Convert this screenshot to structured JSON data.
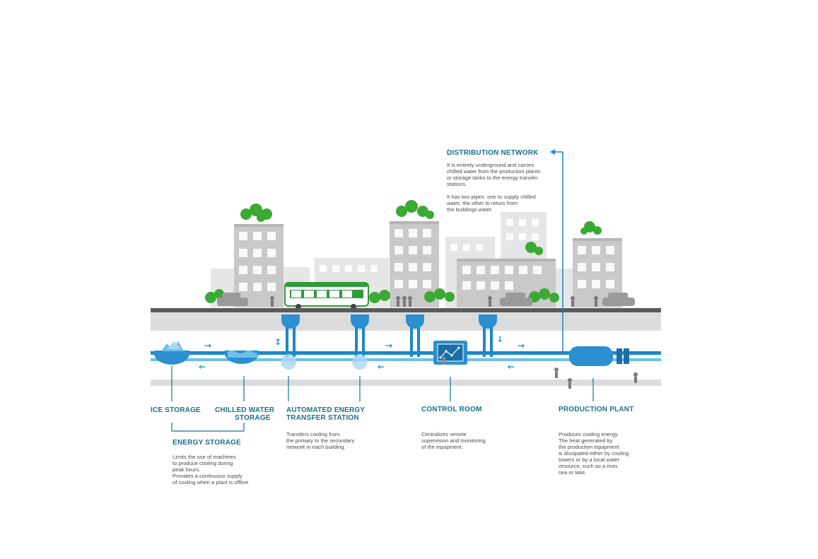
{
  "colors": {
    "title": "#1b6f8f",
    "pipe": "#1a88c9",
    "pipe_light": "#6cc0ea",
    "ground": "#dcdcdc",
    "road": "#5a5a5a",
    "building": "#c9c9c9",
    "tree": "#3aaa35",
    "bus": "#2e9b3e"
  },
  "labels": {
    "distribution_network": {
      "title": "DISTRIBUTION NETWORK",
      "lines": [
        "It is entirely underground and carries",
        "chilled water from the production plants",
        "or storage tanks to the energy transfer",
        "stations.",
        "",
        "It has two pipes: one to supply chilled",
        "water, the other to return from",
        "the buildings water."
      ]
    },
    "ice_storage": {
      "title": "ICE STORAGE"
    },
    "chilled_water_storage": {
      "title_line1": "CHILLED WATER",
      "title_line2": "STORAGE"
    },
    "energy_storage": {
      "title": "ENERGY STORAGE",
      "lines": [
        "Limits the use of machines",
        "to produce cooling during",
        "peak hours.",
        "Provides a continuous supply",
        "of cooling when a plant is offline"
      ]
    },
    "transfer_station": {
      "title_line1": "AUTOMATED ENERGY",
      "title_line2": "TRANSFER STATION",
      "lines": [
        "Transfers cooling from",
        "the primary to the secondary",
        "network in each building."
      ]
    },
    "control_room": {
      "title": "CONTROL ROOM",
      "lines": [
        "Centralizes remote",
        "supervision and monitoring",
        "of the equipment."
      ]
    },
    "production_plant": {
      "title": "PRODUCTION PLANT",
      "lines": [
        "Produces cooling energy.",
        "The heat generated by",
        "the production equipment",
        "is dissipated either by cooling",
        "towers or by a local water",
        "resource, such as a river,",
        "sea or lake."
      ]
    }
  },
  "icons": {
    "flow_arrow_right": "→",
    "flow_arrow_left": "←",
    "flow_arrow_up": "↕",
    "flow_arrow_down": "↓"
  }
}
